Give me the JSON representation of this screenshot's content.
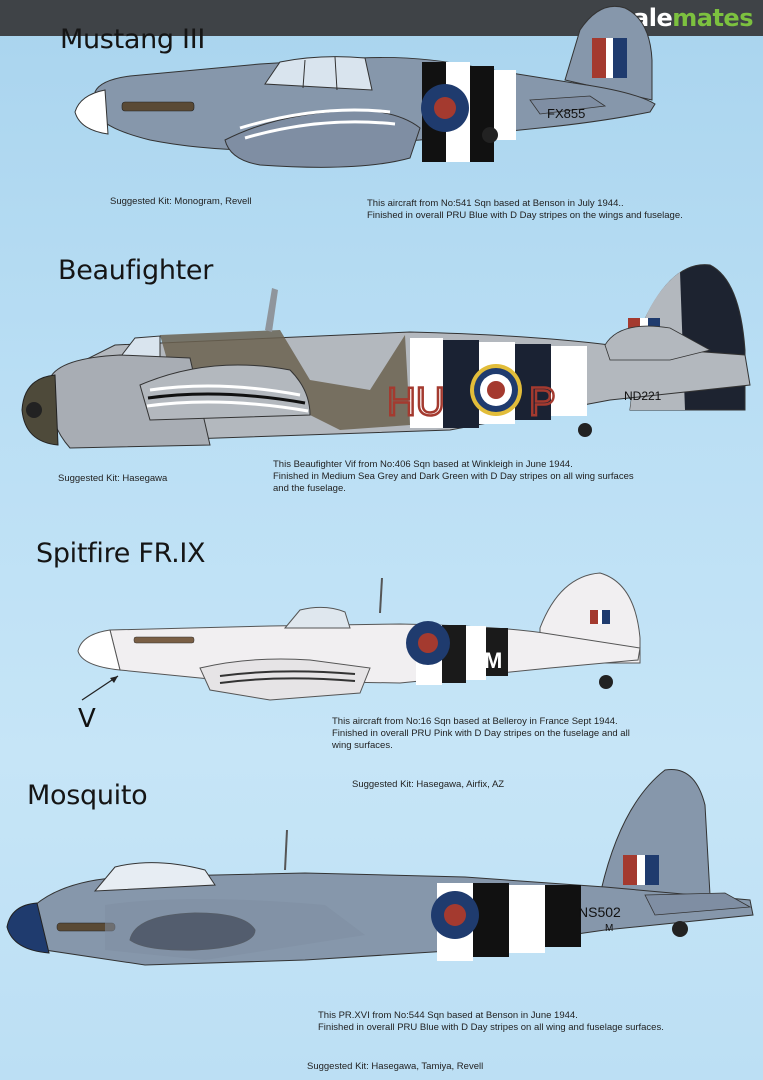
{
  "site": {
    "logo_part1": "scale",
    "logo_part2": "mates"
  },
  "aircraft": [
    {
      "title": "Mustang III",
      "kit": "Suggested Kit: Monogram, Revell",
      "caption_lines": [
        "This aircraft from No:541 Sqn based at Benson in July 1944..",
        "Finished in overall PRU Blue with D Day stripes on the wings and fuselage."
      ],
      "serial": "FX855"
    },
    {
      "title": "Beaufighter",
      "kit": "Suggested Kit: Hasegawa",
      "caption_lines": [
        "This Beaufighter Vif from No:406 Sqn based at Winkleigh in June 1944.",
        "Finished in Medium Sea Grey and Dark Green with D Day stripes on all wing surfaces",
        "and the fuselage."
      ],
      "code_left": "HU",
      "code_right": "P",
      "serial": "ND221"
    },
    {
      "title": "Spitfire FR.IX",
      "kit": "Suggested Kit: Hasegawa, Airfix, AZ",
      "caption_lines": [
        "This aircraft from No:16 Sqn based at Belleroy in France Sept 1944.",
        "Finished in overall PRU Pink with D Day stripes on the fuselage and all",
        "wing surfaces."
      ],
      "code": "M",
      "pointer_label": "V"
    },
    {
      "title": "Mosquito",
      "kit": "Suggested Kit: Hasegawa, Tamiya, Revell",
      "caption_lines": [
        "This PR.XVI from No:544 Sqn based at Benson in June 1944.",
        "Finished in overall PRU Blue with D Day stripes on all wing and fuselage surfaces."
      ],
      "serial": "NS502",
      "code": "M"
    }
  ],
  "colors": {
    "pru_blue": "#8697ab",
    "medium_sea_grey": "#b3b8be",
    "dark_green": "#6b6150",
    "pru_pink": "#f1eff1",
    "roundel_blue": "#1f3b6e",
    "roundel_red": "#a43a2f",
    "roundel_yellow": "#e2bd3a",
    "invasion_black": "#111111",
    "invasion_white": "#ffffff"
  }
}
